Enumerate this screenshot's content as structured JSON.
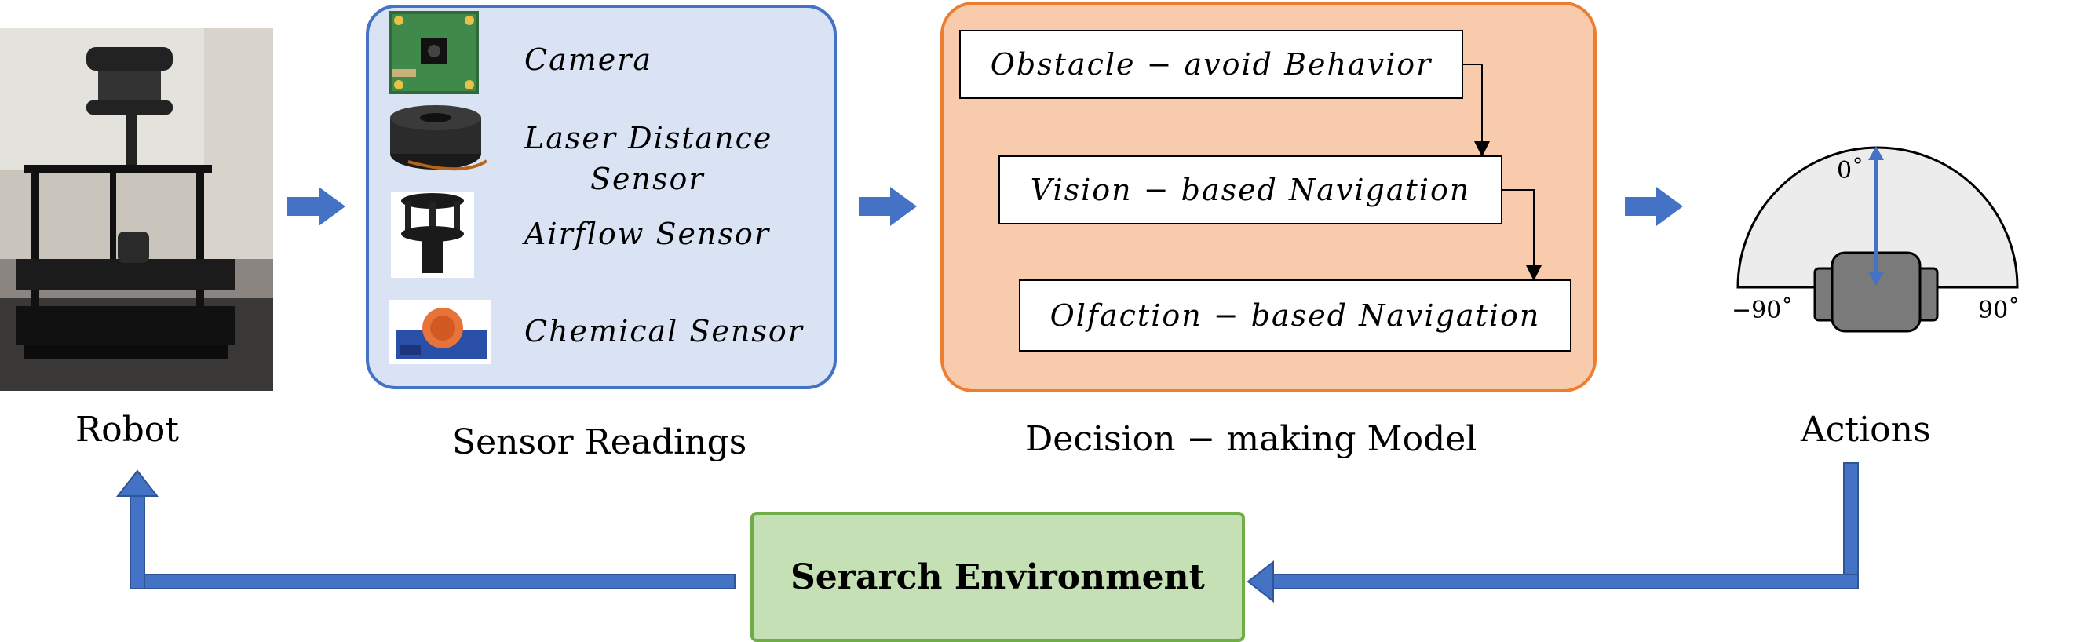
{
  "captions": {
    "robot": "Robot",
    "sensors": "Sensor Readings",
    "decision": "Decision − making Model",
    "actions": "Actions"
  },
  "sensors": [
    {
      "label": "Camera",
      "icon": "camera-board-icon"
    },
    {
      "label": "Laser Distance",
      "label2": "Sensor",
      "icon": "laser-distance-sensor-icon"
    },
    {
      "label": "Airflow Sensor",
      "icon": "airflow-sensor-icon"
    },
    {
      "label": "Chemical Sensor",
      "icon": "chemical-sensor-icon"
    }
  ],
  "behaviors": [
    "Obstacle − avoid Behavior",
    "Vision − based Navigation",
    "Olfaction − based Navigation"
  ],
  "environment": "Serarch Environment",
  "action_angles": {
    "top": "0˚",
    "left": "−90˚",
    "right": "90˚"
  },
  "colors": {
    "sensor_panel_fill": "#dae3f3",
    "sensor_panel_border": "#4472c4",
    "decision_panel_fill": "#f8cbad",
    "decision_panel_border": "#ed7d31",
    "env_fill": "#c5e0b4",
    "env_border": "#70ad47",
    "arrow": "#4472c4"
  }
}
